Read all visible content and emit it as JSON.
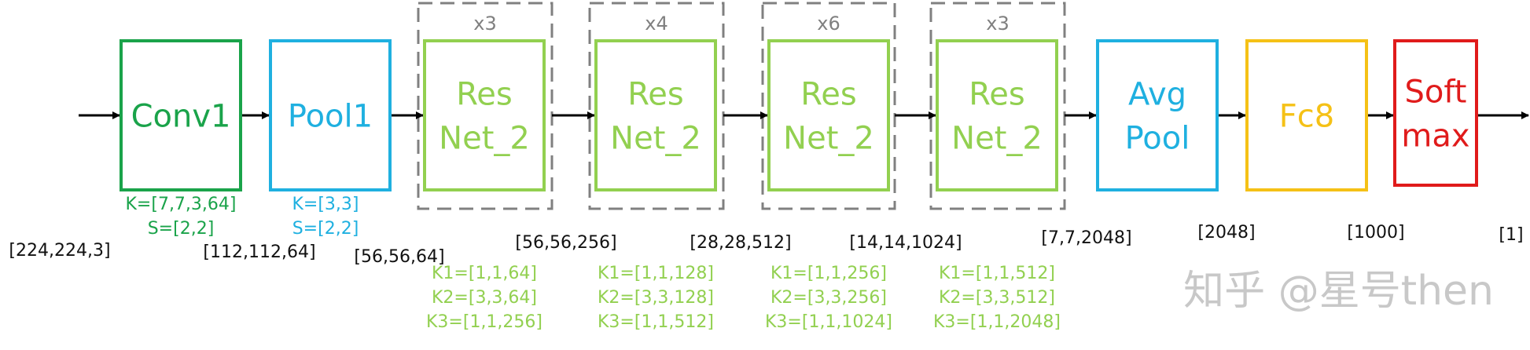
{
  "colors": {
    "conv": "#1aa34a",
    "pool": "#1fb0e0",
    "res": "#92d050",
    "fc": "#f5c116",
    "softmax": "#e01b1b",
    "dims": "#111111",
    "group": "#808080",
    "arrow": "#000000",
    "watermark": "#c8c8c8"
  },
  "blocks": [
    {
      "id": "conv1",
      "lines": [
        "Conv1"
      ],
      "color": "conv",
      "params": [
        "K=[7,7,3,64]",
        "S=[2,2]"
      ]
    },
    {
      "id": "pool1",
      "lines": [
        "Pool1"
      ],
      "color": "pool",
      "params": [
        "K=[3,3]",
        "S=[2,2]"
      ]
    },
    {
      "id": "res-1",
      "lines": [
        "Res",
        "Net_2"
      ],
      "color": "res",
      "group": "x3",
      "params": [
        "K1=[1,1,64]",
        "K2=[3,3,64]",
        "K3=[1,1,256]"
      ]
    },
    {
      "id": "res-2",
      "lines": [
        "Res",
        "Net_2"
      ],
      "color": "res",
      "group": "x4",
      "params": [
        "K1=[1,1,128]",
        "K2=[3,3,128]",
        "K3=[1,1,512]"
      ]
    },
    {
      "id": "res-3",
      "lines": [
        "Res",
        "Net_2"
      ],
      "color": "res",
      "group": "x6",
      "params": [
        "K1=[1,1,256]",
        "K2=[3,3,256]",
        "K3=[1,1,1024]"
      ]
    },
    {
      "id": "res-4",
      "lines": [
        "Res",
        "Net_2"
      ],
      "color": "res",
      "group": "x3",
      "params": [
        "K1=[1,1,512]",
        "K2=[3,3,512]",
        "K3=[1,1,2048]"
      ]
    },
    {
      "id": "avgpool",
      "lines": [
        "Avg",
        "Pool"
      ],
      "color": "pool",
      "params": []
    },
    {
      "id": "fc8",
      "lines": [
        "Fc8"
      ],
      "color": "fc",
      "params": []
    },
    {
      "id": "softmax",
      "lines": [
        "Soft",
        "max"
      ],
      "color": "softmax",
      "params": []
    }
  ],
  "dims": [
    "[224,224,3]",
    "[112,112,64]",
    "[56,56,64]",
    "[56,56,256]",
    "[28,28,512]",
    "[14,14,1024]",
    "[7,7,2048]",
    "[2048]",
    "[1000]",
    "[1]"
  ],
  "watermark": "知乎 @星号then"
}
